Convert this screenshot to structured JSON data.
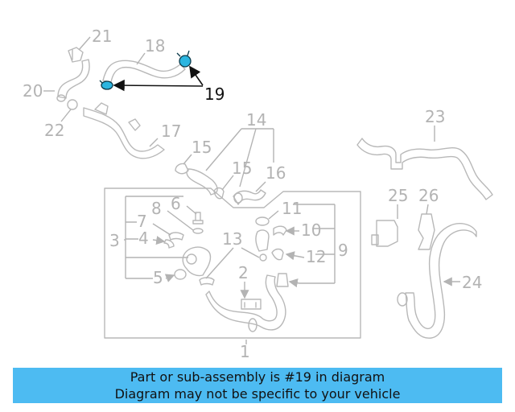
{
  "callouts": {
    "n1": "1",
    "n2": "2",
    "n3": "3",
    "n4": "4",
    "n5": "5",
    "n6": "6",
    "n7": "7",
    "n8": "8",
    "n9": "9",
    "n10": "10",
    "n11": "11",
    "n12": "12",
    "n13": "13",
    "n14": "14",
    "n15a": "15",
    "n15b": "15",
    "n16": "16",
    "n17": "17",
    "n18": "18",
    "n19": "19",
    "n20": "20",
    "n21": "21",
    "n22": "22",
    "n23": "23",
    "n24": "24",
    "n25": "25",
    "n26": "26"
  },
  "highlight": {
    "part_number": "19",
    "color": "#2bb5e0"
  },
  "banner": {
    "line1": "Part or sub-assembly is #19 in diagram",
    "line2": "Diagram may not be specific to your vehicle",
    "background": "#4dbbf2"
  }
}
